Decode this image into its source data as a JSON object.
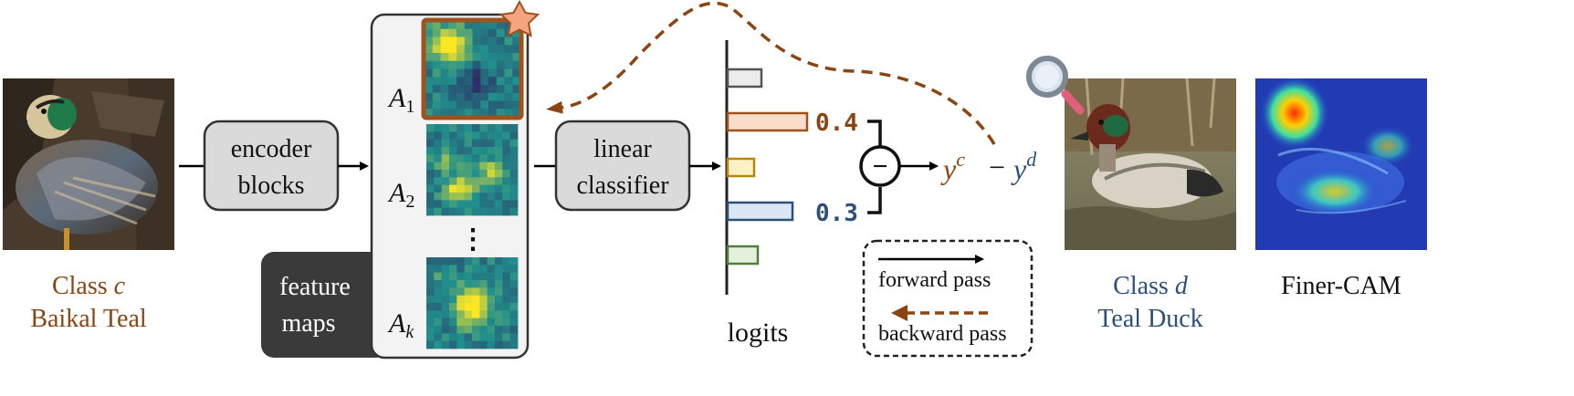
{
  "colors": {
    "brown": "#8B4513",
    "blue": "#2C5079",
    "box_gray": "#DADADA",
    "dark_box": "#3A3A3A",
    "panel": "#F3F3F3",
    "star": "#F4A57E",
    "highlight_border": "#A0521E",
    "heat_low": "#2E1B5E",
    "heat_mid": "#21908C",
    "heat_high": "#FDE725"
  },
  "left_image": {
    "icon": "baikal-teal-photo",
    "class_prefix": "Class",
    "class_var": "c",
    "class_name": "Baikal Teal"
  },
  "encoder": {
    "line1": "encoder",
    "line2": "blocks"
  },
  "feature_maps": {
    "line1": "feature",
    "line2": "maps",
    "maps": [
      {
        "label": "A",
        "sub": "1"
      },
      {
        "label": "A",
        "sub": "2"
      },
      {
        "label": "A",
        "sub": "k"
      }
    ],
    "ellipsis": "⋮",
    "star_icon": "star-icon"
  },
  "classifier": {
    "line1": "linear",
    "line2": "classifier"
  },
  "logits": {
    "label": "logits",
    "bars": [
      {
        "name": "bar-1",
        "fill": "#ECECEC",
        "stroke": "#555555"
      },
      {
        "name": "bar-2",
        "fill": "#FADCCB",
        "stroke": "#A0521E"
      },
      {
        "name": "bar-3",
        "fill": "#FBF1C6",
        "stroke": "#B8860B"
      },
      {
        "name": "bar-4",
        "fill": "#DCE7F4",
        "stroke": "#2C5079"
      },
      {
        "name": "bar-5",
        "fill": "#E3F0DB",
        "stroke": "#4F7F3A"
      }
    ],
    "value_top": "0.4",
    "value_bottom": "0.3"
  },
  "difference": {
    "minus_symbol": "−",
    "y": "y",
    "c": "c",
    "d": "d",
    "op": "−"
  },
  "legend": {
    "forward": "forward pass",
    "backward": "backward pass"
  },
  "right_image": {
    "icon": "teal-duck-photo",
    "magnifier_icon": "magnifier-icon",
    "class_prefix": "Class",
    "class_var": "d",
    "class_name": "Teal Duck"
  },
  "camimage": {
    "icon": "finer-cam-heatmap",
    "label": "Finer-CAM"
  }
}
